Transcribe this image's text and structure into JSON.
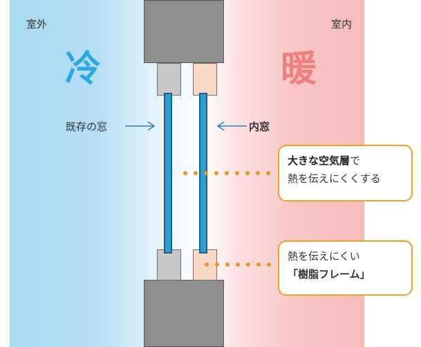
{
  "sides": {
    "outside_label": "室外",
    "inside_label": "室内",
    "cold_char": "冷",
    "warm_char": "暖"
  },
  "labels": {
    "existing_window": "既存の窓",
    "inner_window": "内窓"
  },
  "callouts": {
    "air_layer": {
      "bold_text": "大きな空気層",
      "tail_text": "で",
      "line2": "熱を伝えにくくする"
    },
    "resin_frame": {
      "line1": "熱を伝えにくい",
      "line2": "「樹脂フレーム」"
    }
  },
  "colors": {
    "cold_accent": "#2aa8e0",
    "warm_accent": "#f07f7f",
    "callout_border": "#f0a12a",
    "glass": "#2f9fd3",
    "frame": "#8e8e8e"
  }
}
